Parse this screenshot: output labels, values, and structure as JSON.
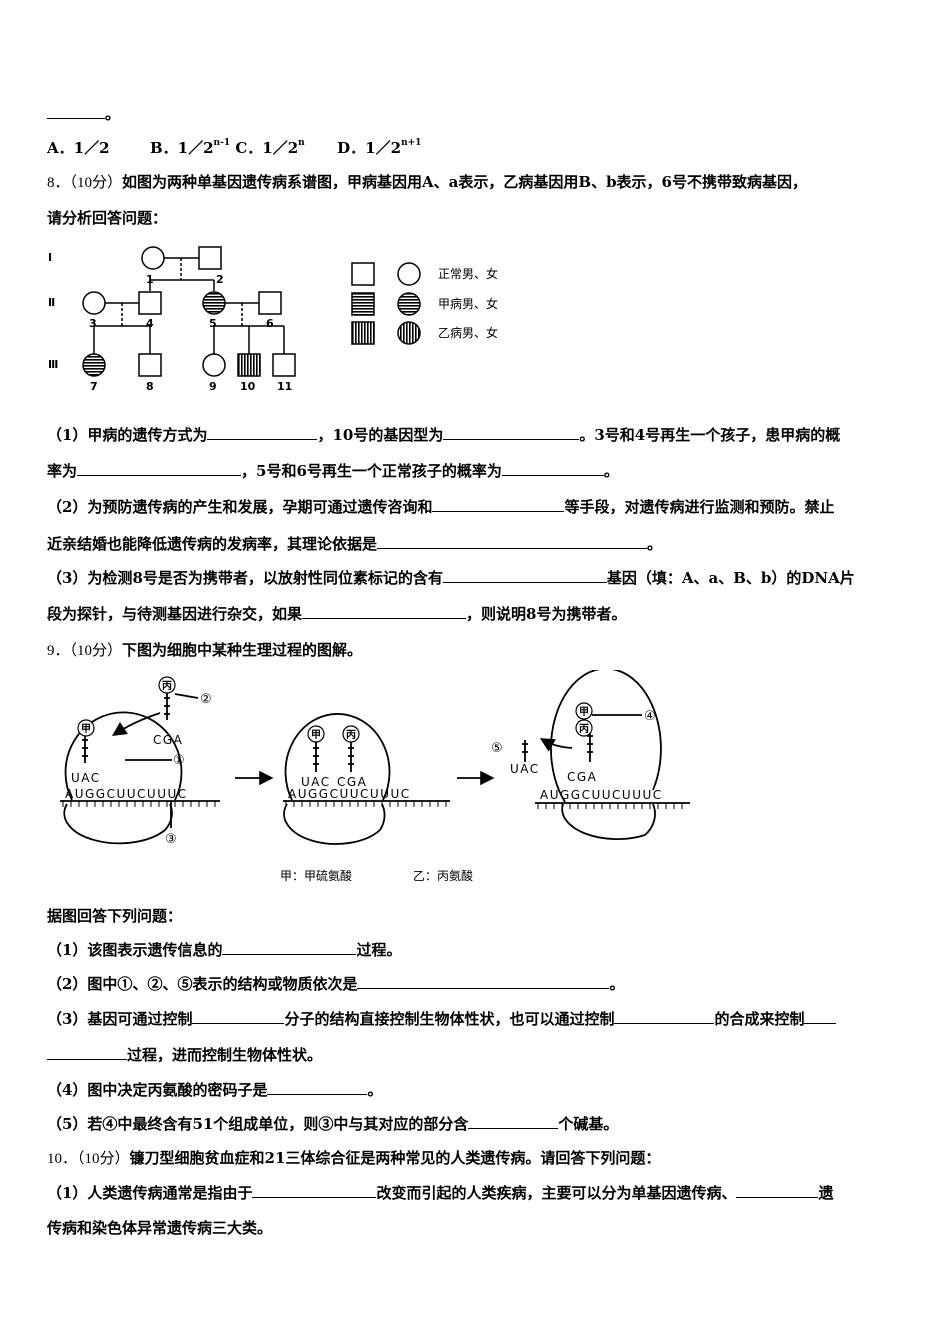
{
  "top": {
    "end": "。"
  },
  "q7_options": {
    "a": "A．1／2",
    "b": "B．1／2",
    "b_sup": "n-1",
    "c": "C．1／2",
    "c_sup": "n",
    "d": "D．1／2",
    "d_sup": "n+1"
  },
  "q8": {
    "num": "8．",
    "score": "（10分）",
    "line1": "如图为两种单基因遗传病系谱图，甲病基因用A、a表示，乙病基因用B、b表示，6号不携带致病基因，",
    "line2": "请分析回答问题：",
    "pedigree": {
      "generations": [
        "Ⅰ",
        "Ⅱ",
        "Ⅲ"
      ],
      "ids": [
        "1",
        "2",
        "3",
        "4",
        "5",
        "6",
        "7",
        "8",
        "9",
        "10",
        "11"
      ],
      "legend": [
        "正常男、女",
        "甲病男、女",
        "乙病男、女"
      ]
    },
    "p1a": "（1）甲病的遗传方式为",
    "p1b": "，10号的基因型为",
    "p1c": "。3号和4号再生一个孩子，患甲病的概",
    "p1d": "率为",
    "p1e": "，5号和6号再生一个正常孩子的概率为",
    "p1f": "。",
    "p2a": "（2）为预防遗传病的产生和发展，孕期可通过遗传咨询和",
    "p2b": "等手段，对遗传病进行监测和预防。禁止",
    "p2c": "近亲结婚也能降低遗传病的发病率，其理论依据是",
    "p2d": "。",
    "p3a": "（3）为检测8号是否为携带者，以放射性同位素标记的含有",
    "p3b": "基因（填：A、a、B、b）的DNA片",
    "p3c": "段为探针，与待测基因进行杂交，如果",
    "p3d": "，则说明8号为携带者。"
  },
  "q9": {
    "num": "9．",
    "score": "（10分）",
    "line1": "下图为细胞中某种生理过程的图解。",
    "figure": {
      "jia": "甲",
      "bing": "丙",
      "uac": "UAC",
      "cga": "CGA",
      "mrna": "AUGGCUUCUUUC",
      "circ": [
        "①",
        "②",
        "③",
        "④",
        "⑤"
      ],
      "legend_jia": "甲：甲硫氨酸",
      "legend_yi": "乙：丙氨酸"
    },
    "intro": "据图回答下列问题：",
    "p1a": "（1）该图表示遗传信息的",
    "p1b": "过程。",
    "p2a": "（2）图中①、②、⑤表示的结构或物质依次是",
    "p2b": "。",
    "p3a": "（3）基因可通过控制",
    "p3b": "分子的结构直接控制生物体性状，也可以通过控制",
    "p3c": "的合成来控制",
    "p3d": "过程，进而控制生物体性状。",
    "p4a": "（4）图中决定丙氨酸的密码子是",
    "p4b": "。",
    "p5a": "（5）若④中最终含有51个组成单位，则③中与其对应的部分含",
    "p5b": "个碱基。"
  },
  "q10": {
    "num": "10．",
    "score": "（10分）",
    "line1": "镰刀型细胞贫血症和21三体综合征是两种常见的人类遗传病。请回答下列问题：",
    "p1a": "（1）人类遗传病通常是指由于",
    "p1b": "改变而引起的人类疾病，主要可以分为单基因遗传病、",
    "p1c": "遗",
    "p1d": "传病和染色体异常遗传病三大类。"
  }
}
